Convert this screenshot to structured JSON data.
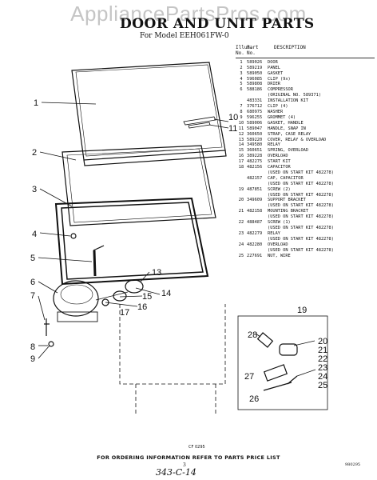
{
  "watermark": "AppliancePartsPros.com",
  "title": "DOOR AND UNIT PARTS",
  "subtitle": "For Model EEH061FW-0",
  "table": {
    "headers": [
      "Illus. No.",
      "Part No.",
      "DESCRIPTION"
    ],
    "rows": [
      {
        "key": "1",
        "part": "589026",
        "desc": "DOOR"
      },
      {
        "key": "2",
        "part": "589219",
        "desc": "PANEL"
      },
      {
        "key": "3",
        "part": "589050",
        "desc": "GASKET"
      },
      {
        "key": "4",
        "part": "596085",
        "desc": "CLIP (9x)"
      },
      {
        "key": "5",
        "part": "589808",
        "desc": "DRIER"
      },
      {
        "key": "6",
        "part": "588186",
        "desc": "COMPRESSOR"
      },
      {
        "key": "",
        "part": "",
        "desc": "(ORIGINAL NO. 589371)"
      },
      {
        "key": "",
        "part": "483331",
        "desc": "INSTALLATION KIT"
      },
      {
        "key": "7",
        "part": "376712",
        "desc": "CLIP (4)"
      },
      {
        "key": "8",
        "part": "680975",
        "desc": "WASHER"
      },
      {
        "key": "9",
        "part": "596255",
        "desc": "GROMMET (4)"
      },
      {
        "key": "10",
        "part": "589006",
        "desc": "GASKET, HANDLE"
      },
      {
        "key": "11",
        "part": "589047",
        "desc": "HANDLE, SNAP IN"
      },
      {
        "key": "12",
        "part": "360650",
        "desc": "STRAP, CASE RELAY"
      },
      {
        "key": "13",
        "part": "589220",
        "desc": "COVER, RELAY & OVERLOAD"
      },
      {
        "key": "14",
        "part": "349580",
        "desc": "RELAY"
      },
      {
        "key": "15",
        "part": "360651",
        "desc": "SPRING, OVERLOAD"
      },
      {
        "key": "16",
        "part": "389228",
        "desc": "OVERLOAD"
      },
      {
        "key": "17",
        "part": "482275",
        "desc": "START KIT"
      },
      {
        "key": "18",
        "part": "482156",
        "desc": "CAPACITOR"
      },
      {
        "key": "",
        "part": "",
        "desc": "(USED ON START KIT 482278)"
      },
      {
        "key": "",
        "part": "482157",
        "desc": "CAP, CAPACITOR"
      },
      {
        "key": "",
        "part": "",
        "desc": "(USED ON START KIT 482278)"
      },
      {
        "key": "19",
        "part": "487851",
        "desc": "SCREW (2)"
      },
      {
        "key": "",
        "part": "",
        "desc": "(USED ON START KIT 482278)"
      },
      {
        "key": "20",
        "part": "349609",
        "desc": "SUPPORT BRACKET"
      },
      {
        "key": "",
        "part": "",
        "desc": "(USED ON START KIT 482278)"
      },
      {
        "key": "21",
        "part": "482158",
        "desc": "MOUNTING BRACKET"
      },
      {
        "key": "",
        "part": "",
        "desc": "(USED ON START KIT 482278)"
      },
      {
        "key": "22",
        "part": "488487",
        "desc": "SCREW (1)"
      },
      {
        "key": "",
        "part": "",
        "desc": "(USED ON START KIT 482278)"
      },
      {
        "key": "23",
        "part": "482279",
        "desc": "RELAY"
      },
      {
        "key": "",
        "part": "",
        "desc": "(USED ON START KIT 482278)"
      },
      {
        "key": "24",
        "part": "482280",
        "desc": "OVERLOAD"
      },
      {
        "key": "",
        "part": "",
        "desc": "(USED ON START KIT 482278)"
      },
      {
        "key": "25",
        "part": "227691",
        "desc": "NUT, WIRE"
      }
    ]
  },
  "callouts": {
    "c1": "1",
    "c2": "2",
    "c3": "3",
    "c4": "4",
    "c5": "5",
    "c6": "6",
    "c7": "7",
    "c8": "8",
    "c9": "9",
    "c10": "10",
    "c11": "11",
    "c13": "13",
    "c14": "14",
    "c15": "15",
    "c16": "16",
    "c17": "17",
    "c19": "19",
    "c20": "20",
    "c21": "21",
    "c22": "22",
    "c23": "23",
    "c24": "24",
    "c25": "25",
    "c26": "26",
    "c27": "27",
    "c28": "28"
  },
  "figure_code": "CF 0295",
  "order_note": "FOR ORDERING INFORMATION REFER TO PARTS PRICE LIST",
  "page_number": "3",
  "doc_number": "980295",
  "handwritten_note": "343-C-14"
}
